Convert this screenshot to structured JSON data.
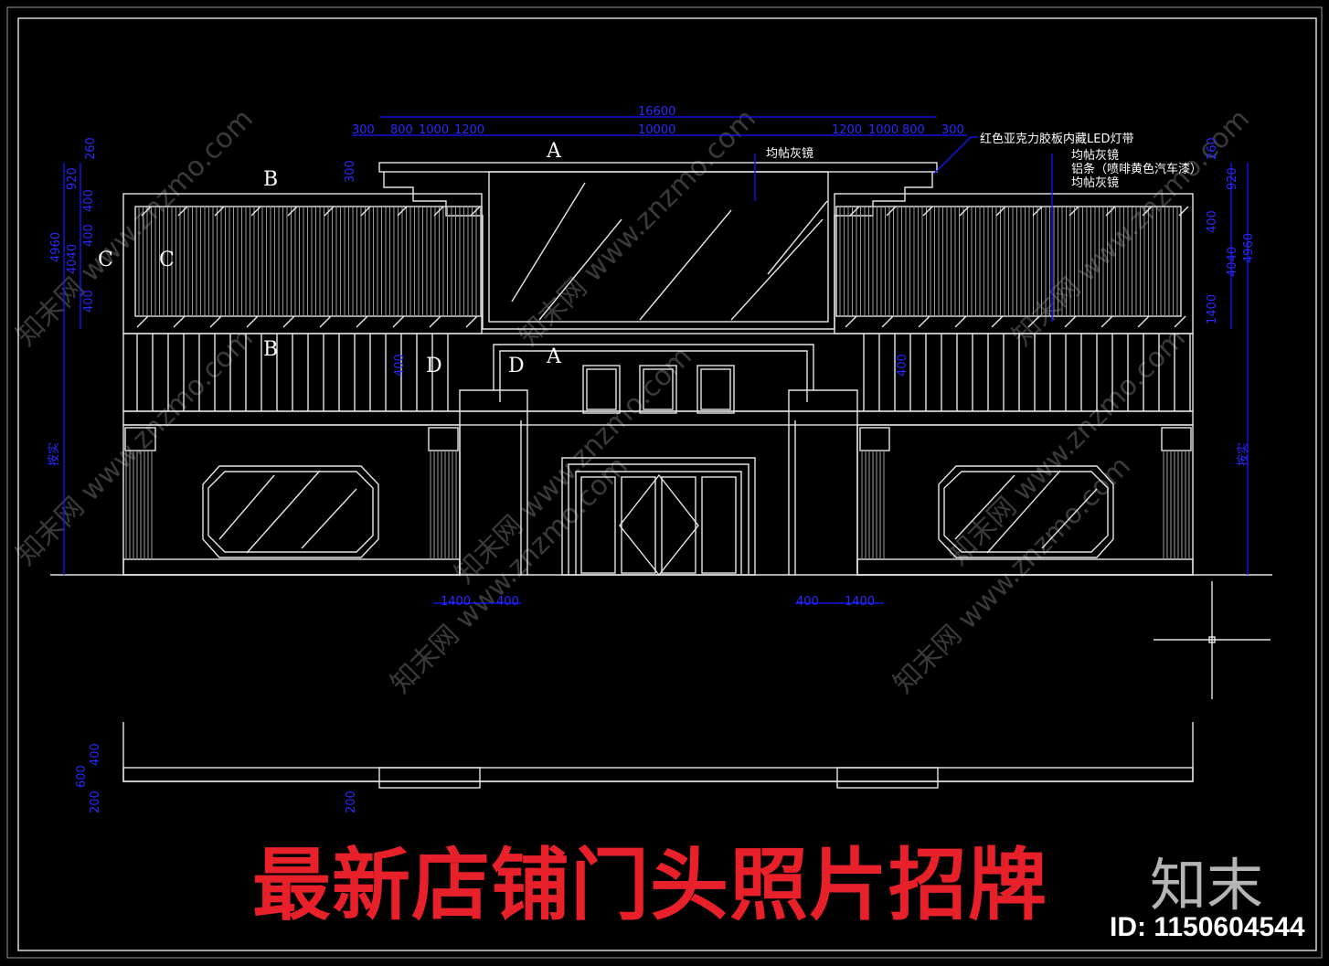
{
  "drawing": {
    "dimensions_top": {
      "overall": "16600",
      "segments": [
        "300",
        "800",
        "1000",
        "1200",
        "10000",
        "1200",
        "1000",
        "800",
        "300"
      ]
    },
    "dimensions_left": [
      "260",
      "920",
      "400",
      "400",
      "4960",
      "4040",
      "400",
      "按实"
    ],
    "dimensions_right": [
      "260",
      "920",
      "400",
      "4960",
      "4040",
      "1400",
      "按实"
    ],
    "dimensions_mid": [
      "300",
      "400",
      "400"
    ],
    "dimensions_bottom": [
      "1400",
      "400",
      "400",
      "1400"
    ],
    "dimensions_plan": [
      "400",
      "600",
      "200",
      "200"
    ],
    "section_marks": {
      "a": "A",
      "b": "B",
      "c": "C",
      "d": "D"
    },
    "annotations": {
      "center_glass": "均帖灰镜",
      "led": "红色亚克力胶板内藏LED灯带",
      "right_1": "均帖灰镜",
      "right_2": "铝条（喷啡黄色汽车漆）",
      "right_3": "均帖灰镜"
    }
  },
  "watermark": "知末网 www.znzmo.com",
  "title": "最新店铺门头照片招牌",
  "logo": "知末",
  "image_id": "ID: 1150604544",
  "colors": {
    "background": "#000000",
    "lines": "#e6e6e6",
    "dimensions": "#1616ff",
    "title": "#e8202a"
  }
}
